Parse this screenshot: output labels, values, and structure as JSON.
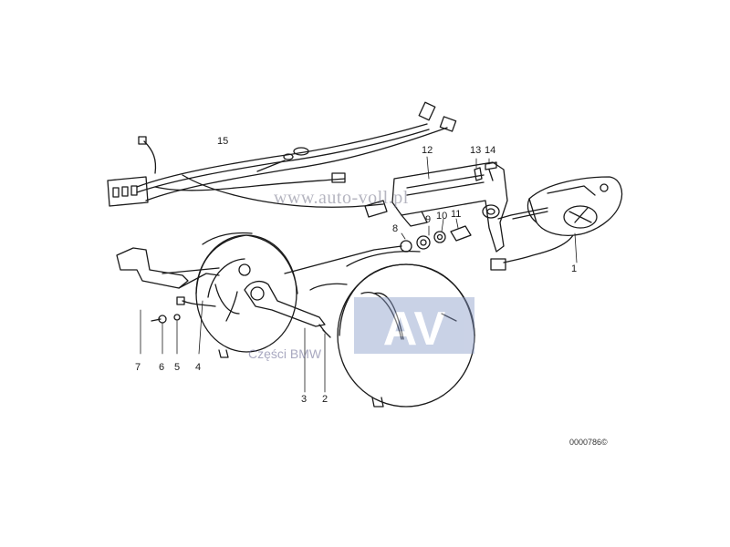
{
  "diagram": {
    "callouts": {
      "c1": "1",
      "c2": "2",
      "c3": "3",
      "c4": "4",
      "c5": "5",
      "c6": "6",
      "c7": "7",
      "c8": "8",
      "c9": "9",
      "c10": "10",
      "c11": "11",
      "c12": "12",
      "c13": "13",
      "c14": "14",
      "c15": "15"
    },
    "watermark": {
      "url": "www.auto-voll.pl",
      "brand": "Części BMW",
      "logo_letters": "AV",
      "logo_color": "#8a9cc8"
    },
    "document_number": "0000786©"
  }
}
